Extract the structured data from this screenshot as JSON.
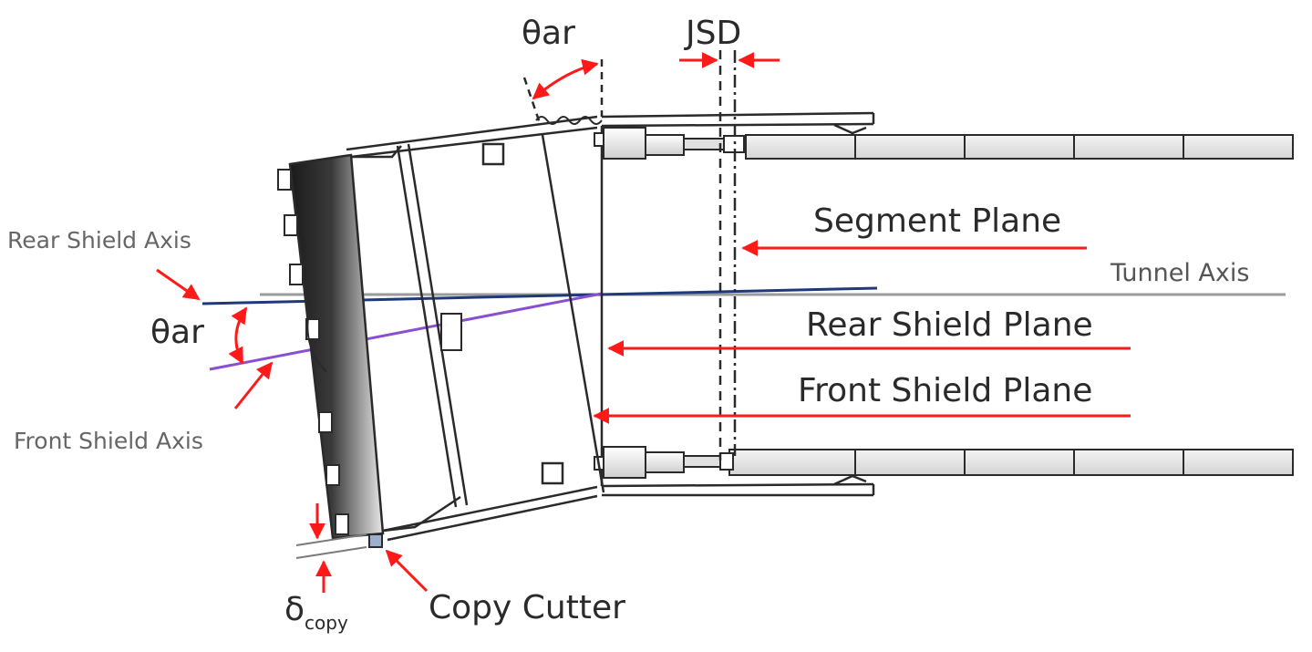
{
  "labels": {
    "theta_top": "θar",
    "jsd": "JSD",
    "segment_plane": "Segment Plane",
    "tunnel_axis": "Tunnel Axis",
    "rear_shield_plane": "Rear Shield Plane",
    "front_shield_plane": "Front Shield Plane",
    "rear_shield_axis": "Rear Shield Axis",
    "theta_left": "θar",
    "front_shield_axis": "Front Shield Axis",
    "delta": "δ",
    "delta_sub": "copy",
    "copy_cutter": "Copy Cutter"
  },
  "colors": {
    "annotation_red": "#ff1a1a",
    "rear_axis_blue": "#1f3a7a",
    "front_axis_purple": "#8a4fd0",
    "tunnel_axis_gray": "#9a9a9a",
    "outline": "#2a2a2a"
  },
  "segments": {
    "count_per_row": 5
  }
}
